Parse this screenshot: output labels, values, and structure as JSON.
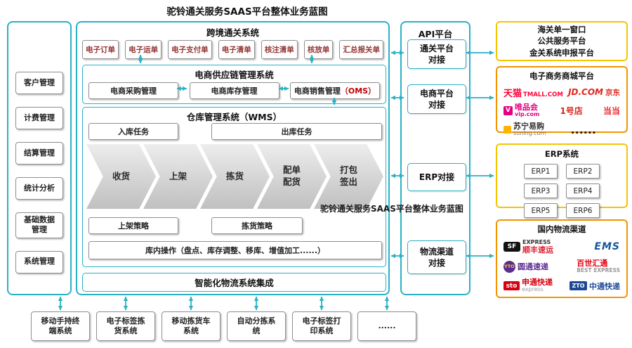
{
  "title": "驼铃通关服务SAAS平台整体业务蓝图",
  "watermark": "驼铃通关服务SAAS平台整体业务蓝图",
  "colors": {
    "accent": "#2AB1C5",
    "yellow_border": "#F5C400",
    "orange_border": "#F29400",
    "dark_red": "#943634",
    "red_accent": "#C00000"
  },
  "sidebar": {
    "items": [
      {
        "label": "客户管理"
      },
      {
        "label": "计费管理"
      },
      {
        "label": "结算管理"
      },
      {
        "label": "统计分析"
      },
      {
        "label": "基础数据管理"
      },
      {
        "label": "系统管理"
      }
    ]
  },
  "customs": {
    "title": "跨境通关系统",
    "items": [
      {
        "label": "电子订单"
      },
      {
        "label": "电子运单"
      },
      {
        "label": "电子支付单"
      },
      {
        "label": "电子清单"
      },
      {
        "label": "核注清单"
      },
      {
        "label": "核放单"
      },
      {
        "label": "汇总报关单"
      }
    ]
  },
  "supply_chain": {
    "title": "电商供应链管理系统",
    "items": [
      {
        "label": "电商采购管理"
      },
      {
        "label": "电商库存管理"
      },
      {
        "label": "电商销售管理",
        "suffix": "（OMS）"
      }
    ]
  },
  "wms": {
    "title": "仓库管理系统（WMS）",
    "inbound": "入库任务",
    "outbound": "出库任务",
    "steps": [
      {
        "label": "收货"
      },
      {
        "label": "上架"
      },
      {
        "label": "拣货"
      },
      {
        "label": "配单配货"
      },
      {
        "label": "打包签出"
      }
    ],
    "shelving": "上架策略",
    "picking": "拣货策略",
    "operations": "库内操作（盘点、库存调整、移库、增值加工......）"
  },
  "smart_logistics": "智能化物流系统集成",
  "api": {
    "title": "API平台",
    "items": [
      {
        "label": "通关平台对接"
      },
      {
        "label": "电商平台对接"
      },
      {
        "label": "ERP对接"
      },
      {
        "label": "物流渠道对接"
      }
    ]
  },
  "customs_window": {
    "lines": [
      "海关单一窗口",
      "公共服务平台",
      "金关系统申报平台"
    ]
  },
  "mall": {
    "title": "电子商务商城平台",
    "more": "......",
    "brands": [
      {
        "label": "天猫",
        "label_style": "color:#FF0036",
        "sub": "TMALL.COM",
        "sub_style": "color:#FF0036"
      },
      {
        "label": "JD.COM",
        "label_style": "color:#E1251B",
        "sub": "京东",
        "sub_style": "color:#E1251B"
      },
      {
        "icon": "V",
        "icon_style": "background:#E4007F;color:#ffffff",
        "label": "唯品会",
        "label_style": "color:#E4007F",
        "sub": "vip.com",
        "sub_style": "color:#E4007F"
      },
      {
        "label": "1号店",
        "label_style": "color:#DA251C"
      },
      {
        "label": "当当",
        "label_style": "color:#E8282B"
      },
      {
        "icon": " ",
        "icon_style": "background:#FFB400",
        "label": "苏宁易购",
        "label_style": "color:#333333",
        "sub": "suning.com",
        "sub_style": "color:#777777"
      }
    ]
  },
  "erp": {
    "title": "ERP系统",
    "items": [
      "ERP1",
      "ERP2",
      "ERP3",
      "ERP4",
      "ERP5",
      "ERP6"
    ],
    "more": "......"
  },
  "logistics": {
    "title": "国内物流渠道",
    "brands": [
      {
        "icon": "SF",
        "icon_style": "background:#111111;color:#ffffff",
        "label": "EXPRESS",
        "label_style": "color:#333333",
        "sub": "顺丰速运",
        "sub_style": "color:#DC1E32"
      },
      {
        "label": "EMS",
        "label_style": "color:#15569C"
      },
      {
        "icon": "YTO",
        "icon_style": "background:#5C2D91;color:#FFD100",
        "label": "圆通速递",
        "label_style": "color:#5C2D91"
      },
      {
        "label": "百世汇通",
        "label_style": "color:#E60012",
        "sub": "BEST EXPRESS",
        "sub_style": "color:#999999"
      },
      {
        "icon": "sto",
        "icon_style": "background:#D7000F;color:#ffffff",
        "label": "申通快递",
        "label_style": "color:#D7000F",
        "sub": "express",
        "sub_style": "color:#999999"
      },
      {
        "icon": "ZTO",
        "icon_style": "background:#1E4897;color:#ffffff",
        "label": "中通快递",
        "label_style": "color:#1E4897"
      }
    ]
  },
  "devices": [
    {
      "label": "移动手持终端系统"
    },
    {
      "label": "电子标签拣货系统"
    },
    {
      "label": "移动拣货车系统"
    },
    {
      "label": "自动分拣系统"
    },
    {
      "label": "电子标签打印系统"
    },
    {
      "label": "......"
    }
  ]
}
